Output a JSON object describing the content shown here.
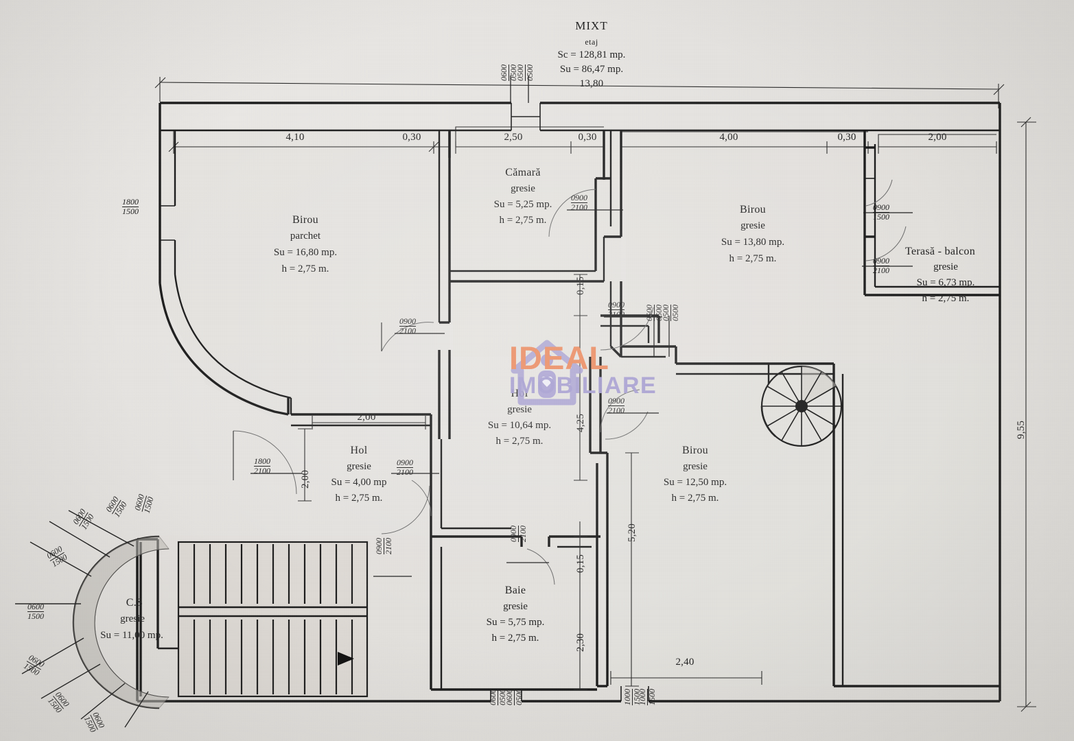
{
  "document": {
    "type": "architectural-floor-plan",
    "title": "MIXT",
    "subtitle": "etaj",
    "built_area_label": "Sc = 128,81 mp.",
    "usable_area_label": "Su = 86,47 mp.",
    "overall_width": "13,80",
    "overall_height": "9,55"
  },
  "watermark": {
    "brand_primary": "IDEAL",
    "brand_secondary": "IMOBILIARE",
    "color_primary": "#ea8a5f",
    "color_secondary": "#a49cd0",
    "icon": "house-with-heart-icon"
  },
  "rooms": [
    {
      "id": "birou-parchet",
      "name": "Birou",
      "finish": "parchet",
      "area": "Su = 16,80 mp.",
      "height": "h = 2,75 m."
    },
    {
      "id": "camara",
      "name": "Cămară",
      "finish": "gresie",
      "area": "Su = 5,25 mp.",
      "height": "h = 2,75 m."
    },
    {
      "id": "birou-nord",
      "name": "Birou",
      "finish": "gresie",
      "area": "Su = 13,80 mp.",
      "height": "h = 2,75 m."
    },
    {
      "id": "terasa-balcon",
      "name": "Terasă - balcon",
      "finish": "gresie",
      "area": "Su = 6,73 mp.",
      "height": "h = 2,75 m."
    },
    {
      "id": "hol-central",
      "name": "Hol",
      "finish": "gresie",
      "area": "Su = 10,64 mp.",
      "height": "h = 2,75 m."
    },
    {
      "id": "hol-vest",
      "name": "Hol",
      "finish": "gresie",
      "area": "Su = 4,00 mp",
      "height": "h = 2,75 m."
    },
    {
      "id": "baie",
      "name": "Baie",
      "finish": "gresie",
      "area": "Su = 5,75 mp.",
      "height": "h = 2,75 m."
    },
    {
      "id": "birou-sud",
      "name": "Birou",
      "finish": "gresie",
      "area": "Su = 12,50 mp.",
      "height": "h = 2,75 m."
    },
    {
      "id": "casa-scarii",
      "name": "C.S",
      "finish": "gresie",
      "area": "Su = 11,00 mp.",
      "height": ""
    }
  ],
  "dimensions": {
    "top_chain_outer": [
      "13,80"
    ],
    "top_chain_inner": [
      "4,10",
      "0,30",
      "2,50",
      "0,30",
      "4,00",
      "0,30",
      "2,00"
    ],
    "right_overall": "9,55",
    "vertical_interior": [
      "0,15",
      "4,25",
      "0,15",
      "5,20",
      "2,30"
    ],
    "interior_misc": [
      "2,00",
      "2,00",
      "2,40"
    ]
  },
  "openings": [
    {
      "id": "win-top-1",
      "w": "0600",
      "h": "0500"
    },
    {
      "id": "win-west-1",
      "w": "1800",
      "h": "1500"
    },
    {
      "id": "door-camara-1",
      "w": "0900",
      "h": "2100"
    },
    {
      "id": "win-top-right",
      "w": "0900",
      "h": "1500"
    },
    {
      "id": "door-terasa",
      "w": "0900",
      "h": "2100"
    },
    {
      "id": "door-hol-1",
      "w": "0900",
      "h": "2100"
    },
    {
      "id": "door-hol-2",
      "w": "0900",
      "h": "2100"
    },
    {
      "id": "door-hol-3",
      "w": "0900",
      "h": "2100"
    },
    {
      "id": "door-birou-sud",
      "w": "0900",
      "h": "2100"
    },
    {
      "id": "door-west-1",
      "w": "1800",
      "h": "2100"
    },
    {
      "id": "door-hol-vest",
      "w": "0900",
      "h": "2100"
    },
    {
      "id": "door-baie",
      "w": "0900",
      "h": "2100"
    },
    {
      "id": "door-hol-sud",
      "w": "0900",
      "h": "2100"
    },
    {
      "id": "win-bot-1",
      "w": "0600",
      "h": "0500"
    },
    {
      "id": "win-bot-2",
      "w": "1000",
      "h": "1500"
    },
    {
      "id": "win-mid-1",
      "w": "0500",
      "h": "0500"
    },
    {
      "id": "win-cs-1",
      "w": "0600",
      "h": "1500"
    },
    {
      "id": "win-cs-2",
      "w": "0600",
      "h": "1500"
    },
    {
      "id": "win-cs-3",
      "w": "0600",
      "h": "1500"
    },
    {
      "id": "win-cs-4",
      "w": "0600",
      "h": "1500"
    },
    {
      "id": "win-cs-5",
      "w": "0600",
      "h": "1500"
    },
    {
      "id": "win-cs-6",
      "w": "0600",
      "h": "1500"
    },
    {
      "id": "win-cs-7",
      "w": "0600",
      "h": "1500"
    }
  ],
  "labels": {
    "dim_0_15_a": "0,15",
    "dim_0_15_b": "0,15",
    "dim_4_25": "4,25",
    "dim_5_20": "5,20",
    "dim_2_30": "2,30",
    "dim_2_00_a": "2,00",
    "dim_2_00_b": "2,00",
    "dim_2_40": "2,40"
  }
}
